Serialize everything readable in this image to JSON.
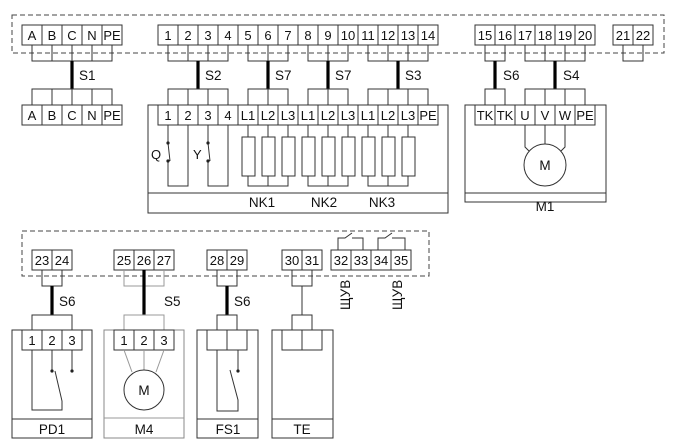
{
  "top_panel": {
    "groups": [
      {
        "id": "power",
        "terminals": [
          "A",
          "B",
          "C",
          "N",
          "PE"
        ]
      },
      {
        "id": "ctrl",
        "terminals": [
          "1",
          "2",
          "3",
          "4"
        ]
      },
      {
        "id": "nk1",
        "terminals": [
          "5",
          "6",
          "7"
        ]
      },
      {
        "id": "nk2",
        "terminals": [
          "8",
          "9",
          "10"
        ]
      },
      {
        "id": "nk3",
        "terminals": [
          "11",
          "12",
          "13",
          "14"
        ]
      },
      {
        "id": "tk",
        "terminals": [
          "15",
          "16"
        ]
      },
      {
        "id": "motor",
        "terminals": [
          "17",
          "18",
          "19",
          "20"
        ]
      },
      {
        "id": "spare",
        "terminals": [
          "21",
          "22"
        ]
      }
    ]
  },
  "cables_top": [
    {
      "id": "s1",
      "label": "S1"
    },
    {
      "id": "s2",
      "label": "S2"
    },
    {
      "id": "s7a",
      "label": "S7"
    },
    {
      "id": "s7b",
      "label": "S7"
    },
    {
      "id": "s3",
      "label": "S3"
    },
    {
      "id": "s6a",
      "label": "S6"
    },
    {
      "id": "s4",
      "label": "S4"
    }
  ],
  "supply": {
    "terminals": [
      "A",
      "B",
      "C",
      "N",
      "PE"
    ]
  },
  "heater_unit": {
    "terminals": [
      "1",
      "2",
      "3",
      "4",
      "L1",
      "L2",
      "L3",
      "L1",
      "L2",
      "L3",
      "L1",
      "L2",
      "L3",
      "PE"
    ],
    "contacts": [
      "Q",
      "Y"
    ],
    "labels": [
      "NK1",
      "NK2",
      "NK3"
    ]
  },
  "motor_unit": {
    "terminals": [
      "TK",
      "TK",
      "U",
      "V",
      "W",
      "PE"
    ],
    "motor_symbol": "M",
    "label": "M1"
  },
  "bottom_panel": {
    "groups": [
      {
        "id": "pd",
        "terminals": [
          "23",
          "24"
        ]
      },
      {
        "id": "m4",
        "terminals": [
          "25",
          "26",
          "27"
        ]
      },
      {
        "id": "fs",
        "terminals": [
          "28",
          "29"
        ]
      },
      {
        "id": "te",
        "terminals": [
          "30",
          "31"
        ]
      },
      {
        "id": "shuv",
        "terminals": [
          "32",
          "33",
          "34",
          "35"
        ]
      }
    ],
    "shuv_labels": [
      "ЩУВ",
      "ЩУВ"
    ]
  },
  "cables_bottom": [
    {
      "id": "s6b",
      "label": "S6"
    },
    {
      "id": "s5",
      "label": "S5"
    },
    {
      "id": "s6c",
      "label": "S6"
    }
  ],
  "devices": [
    {
      "id": "pd1",
      "label": "PD1",
      "terminals": [
        "1",
        "2",
        "3"
      ]
    },
    {
      "id": "m4",
      "label": "M4",
      "terminals": [
        "1",
        "2",
        "3"
      ],
      "motor_symbol": "M"
    },
    {
      "id": "fs1",
      "label": "FS1",
      "terminals": [
        "",
        ""
      ]
    },
    {
      "id": "te",
      "label": "TE",
      "terminals": [
        "",
        ""
      ]
    }
  ]
}
